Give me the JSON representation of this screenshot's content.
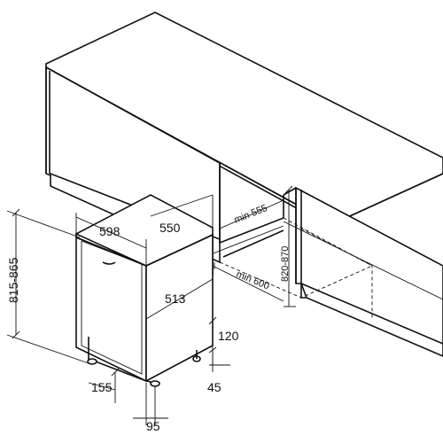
{
  "dimensions": {
    "width_598": "598",
    "depth_550": "550",
    "min_555": "min 555",
    "height_815_865": "815-865",
    "depth_513": "513",
    "min_600": "min 600",
    "niche_820_870": "820-870",
    "plinth_120": "120",
    "foot_45": "45",
    "foot_155": "155",
    "foot_95": "95"
  }
}
